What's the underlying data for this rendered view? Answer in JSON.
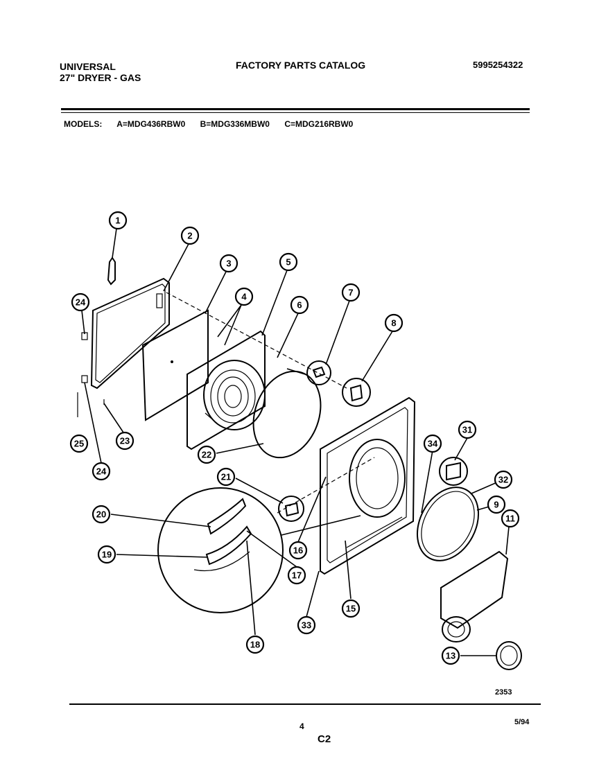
{
  "header": {
    "brand_line1": "UNIVERSAL",
    "brand_line2": "27\" DRYER - GAS",
    "catalog_title": "FACTORY PARTS CATALOG",
    "doc_number": "5995254322"
  },
  "models": {
    "label": "MODELS:",
    "a": "A=MDG436RBW0",
    "b": "B=MDG336MBW0",
    "c": "C=MDG216RBW0"
  },
  "callouts": [
    "1",
    "2",
    "3",
    "4",
    "5",
    "6",
    "7",
    "8",
    "9",
    "11",
    "13",
    "15",
    "16",
    "17",
    "18",
    "19",
    "20",
    "21",
    "22",
    "23",
    "24",
    "24",
    "25",
    "31",
    "32",
    "33",
    "34"
  ],
  "footer": {
    "drawing_number": "2353",
    "page_number": "4",
    "section_code": "C2",
    "date_code": "5/94"
  }
}
